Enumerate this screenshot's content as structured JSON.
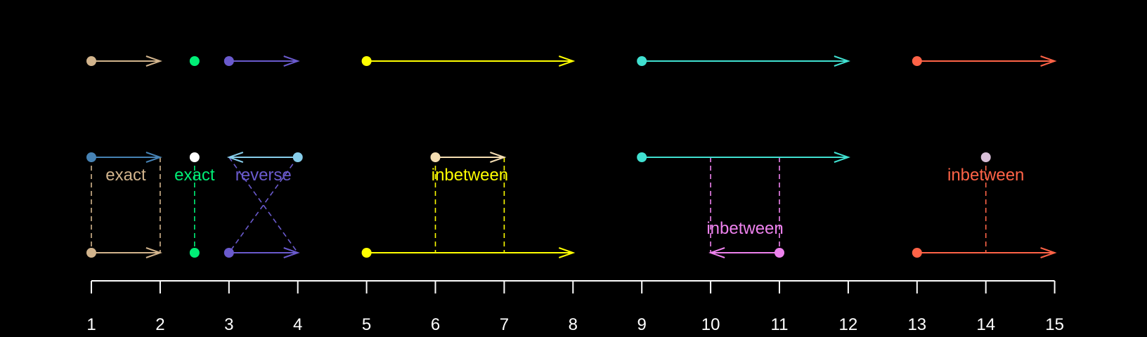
{
  "chart_data": {
    "type": "interval-alignment-diagram",
    "xlim": [
      1,
      15
    ],
    "ticks": [
      1,
      2,
      3,
      4,
      5,
      6,
      7,
      8,
      9,
      10,
      11,
      12,
      13,
      14,
      15
    ],
    "background": "#000000",
    "axis_color": "#ffffff",
    "top_intervals": [
      {
        "start": 1,
        "end": 2,
        "color": "#d2b48c",
        "kind": "arrow"
      },
      {
        "start": 2.5,
        "end": 2.5,
        "color": "#00ee76",
        "kind": "point"
      },
      {
        "start": 3,
        "end": 4,
        "color": "#6a5acd",
        "kind": "arrow"
      },
      {
        "start": 5,
        "end": 8,
        "color": "#ffff00",
        "kind": "arrow"
      },
      {
        "start": 9,
        "end": 12,
        "color": "#40e0d0",
        "kind": "arrow"
      },
      {
        "start": 13,
        "end": 15,
        "color": "#ff6347",
        "kind": "arrow"
      }
    ],
    "middle_intervals": [
      {
        "start": 1,
        "end": 2,
        "color": "#4682b4",
        "kind": "arrow"
      },
      {
        "start": 2.5,
        "end": 2.5,
        "color": "#ffffff",
        "kind": "point"
      },
      {
        "start": 4,
        "end": 3,
        "color": "#87ceeb",
        "kind": "arrow"
      },
      {
        "start": 6,
        "end": 7,
        "color": "#f5deb3",
        "kind": "arrow"
      },
      {
        "start": 9,
        "end": 12,
        "color": "#40e0d0",
        "kind": "arrow"
      },
      {
        "start": 14,
        "end": 14,
        "color": "#d8bfd8",
        "kind": "point"
      }
    ],
    "bottom_intervals": [
      {
        "start": 1,
        "end": 2,
        "color": "#d2b48c",
        "kind": "arrow"
      },
      {
        "start": 2.5,
        "end": 2.5,
        "color": "#00ee76",
        "kind": "point"
      },
      {
        "start": 3,
        "end": 4,
        "color": "#6a5acd",
        "kind": "arrow"
      },
      {
        "start": 5,
        "end": 8,
        "color": "#ffff00",
        "kind": "arrow"
      },
      {
        "start": 11,
        "end": 10,
        "color": "#ee82ee",
        "kind": "arrow"
      },
      {
        "start": 13,
        "end": 15,
        "color": "#ff6347",
        "kind": "arrow"
      }
    ],
    "connectors": [
      {
        "from_row": "middle",
        "to_row": "bottom",
        "x_from": 1,
        "x_to": 1,
        "color": "#d2b48c"
      },
      {
        "from_row": "middle",
        "to_row": "bottom",
        "x_from": 2,
        "x_to": 2,
        "color": "#d2b48c"
      },
      {
        "from_row": "middle",
        "to_row": "bottom",
        "x_from": 2.5,
        "x_to": 2.5,
        "color": "#00ee76"
      },
      {
        "from_row": "middle",
        "to_row": "bottom",
        "x_from": 3,
        "x_to": 4,
        "color": "#6a5acd"
      },
      {
        "from_row": "middle",
        "to_row": "bottom",
        "x_from": 4,
        "x_to": 3,
        "color": "#6a5acd"
      },
      {
        "from_row": "middle",
        "to_row": "bottom",
        "x_from": 6,
        "x_to": 6,
        "color": "#ffff00"
      },
      {
        "from_row": "middle",
        "to_row": "bottom",
        "x_from": 7,
        "x_to": 7,
        "color": "#ffff00"
      },
      {
        "from_row": "middle",
        "to_row": "bottom",
        "x_from": 10,
        "x_to": 10,
        "color": "#ee82ee"
      },
      {
        "from_row": "middle",
        "to_row": "bottom",
        "x_from": 11,
        "x_to": 11,
        "color": "#ee82ee"
      },
      {
        "from_row": "middle",
        "to_row": "bottom",
        "x_from": 14,
        "x_to": 14,
        "color": "#ff6347"
      }
    ],
    "labels": [
      {
        "text": "exact",
        "x": 1.5,
        "row": "upper",
        "color": "#d2b48c"
      },
      {
        "text": "exact",
        "x": 2.5,
        "row": "upper",
        "color": "#00ee76"
      },
      {
        "text": "reverse",
        "x": 3.5,
        "row": "upper",
        "color": "#6a5acd"
      },
      {
        "text": "inbetween",
        "x": 6.5,
        "row": "upper",
        "color": "#ffff00"
      },
      {
        "text": "inbetween",
        "x": 10.5,
        "row": "lower",
        "color": "#ee82ee"
      },
      {
        "text": "inbetween",
        "x": 14,
        "row": "upper",
        "color": "#ff6347"
      }
    ]
  }
}
